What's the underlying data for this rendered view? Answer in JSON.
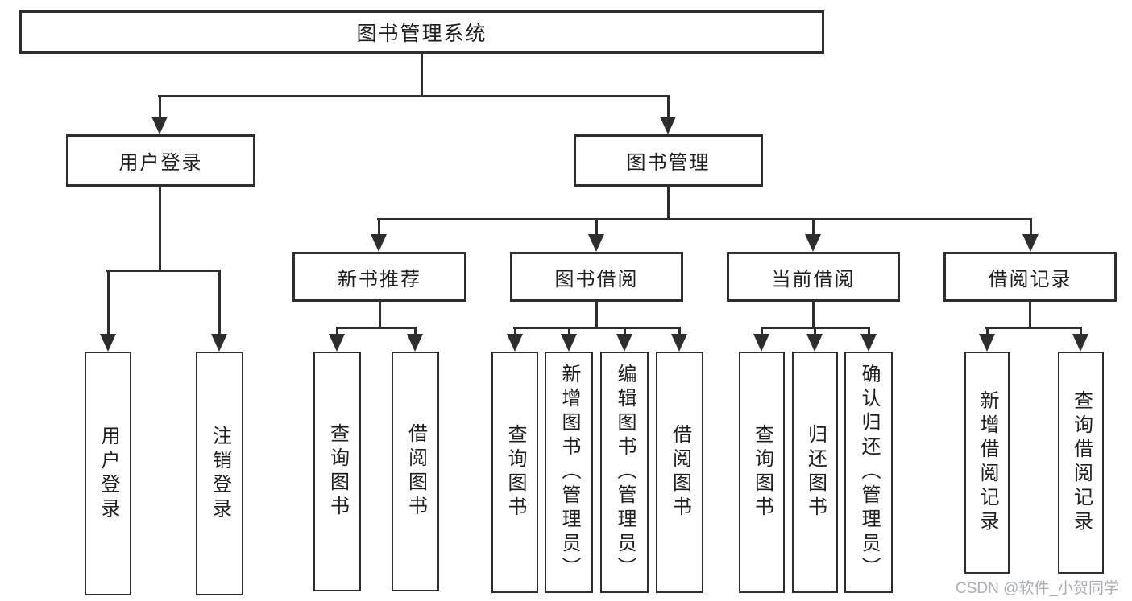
{
  "colors": {
    "line": "#2d2d2d",
    "box_border": "#2d2d2d",
    "text": "#1e1e1e",
    "background": "#ffffff",
    "watermark": "#a9aeb4"
  },
  "watermark": {
    "text": "CSDN @软件_小贺同学"
  },
  "tree": {
    "root": {
      "label": "图书管理系统"
    },
    "user_login": {
      "label": "用户登录",
      "children": {
        "login": {
          "label": "用户登录"
        },
        "logout": {
          "label": "注销登录"
        }
      }
    },
    "book_mgmt": {
      "label": "图书管理",
      "children": {
        "new_book_rec": {
          "label": "新书推荐",
          "children": {
            "query_books": {
              "label": "查询图书"
            },
            "borrow_books": {
              "label": "借阅图书"
            }
          }
        },
        "book_borrow": {
          "label": "图书借阅",
          "children": {
            "query_books": {
              "label": "查询图书"
            },
            "add_books": {
              "label": "新增图书（管理员）"
            },
            "edit_books": {
              "label": "编辑图书（管理员）"
            },
            "borrow_books": {
              "label": "借阅图书"
            }
          }
        },
        "current_borrow": {
          "label": "当前借阅",
          "children": {
            "query_books": {
              "label": "查询图书"
            },
            "return_books": {
              "label": "归还图书"
            },
            "confirm_return": {
              "label": "确认归还（管理员）"
            }
          }
        },
        "borrow_records": {
          "label": "借阅记录",
          "children": {
            "add_record": {
              "label": "新增借阅记录"
            },
            "query_record": {
              "label": "查询借阅记录"
            }
          }
        }
      }
    }
  }
}
